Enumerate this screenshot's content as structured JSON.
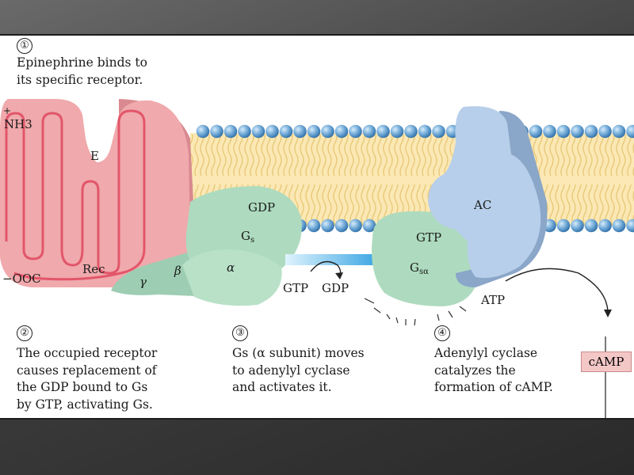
{
  "steps": [
    {
      "number": "①",
      "lines": "Epinephrine binds to\nits specific receptor."
    },
    {
      "number": "②",
      "lines": "The occupied receptor\ncauses replacement of\nthe GDP bound to Gs\nby GTP, activating Gs."
    },
    {
      "number": "③",
      "lines": "Gs (α subunit) moves\nto adenylyl cyclase\nand activates it."
    },
    {
      "number": "④",
      "lines": "Adenylyl cyclase\ncatalyzes the\nformation of cAMP."
    }
  ],
  "labels": {
    "nh3": "NH3",
    "nh3_plus": "+",
    "ooc": "−OOC",
    "e": "E",
    "rec": "Rec",
    "gdp_bound": "GDP",
    "gs": "G",
    "gs_sub": "s",
    "alpha": "α",
    "beta": "β",
    "gamma": "γ",
    "gtp_in": "GTP",
    "gdp_out": "GDP",
    "gtp_bound": "GTP",
    "gsa": "G",
    "gsa_sub": "sα",
    "ac": "AC",
    "atp": "ATP",
    "camp": "cAMP"
  },
  "colors": {
    "receptor": "#f0a9ac",
    "gprotein": "#aedbbf",
    "adenylyl_cyclase": "#b7cfea",
    "lipid_head": "#6fa8d6",
    "membrane_core": "#fbe8b4",
    "arrow": "#2aa0e0"
  }
}
